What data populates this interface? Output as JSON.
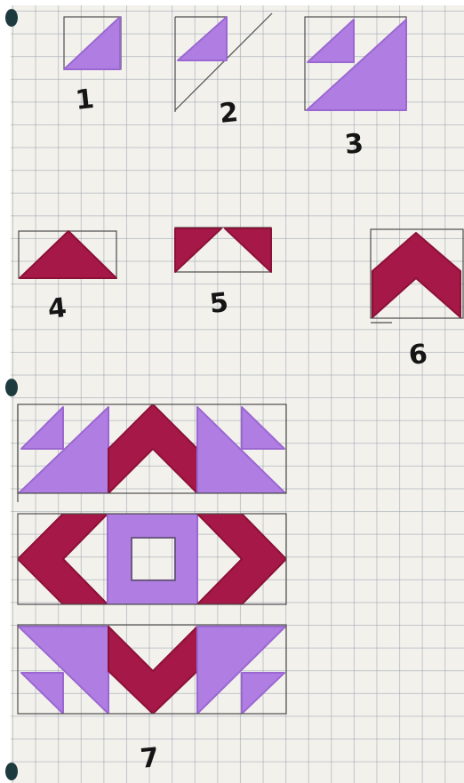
{
  "colors": {
    "lilac": "#b07ee3",
    "lilac_dark": "#9a68d0",
    "berry": "#a51847",
    "berry_dark": "#8c1139",
    "pencil": "#4e4e4e",
    "ink": "#151515"
  },
  "figure_labels": [
    "1",
    "2",
    "3",
    "4",
    "5",
    "6",
    "7"
  ]
}
